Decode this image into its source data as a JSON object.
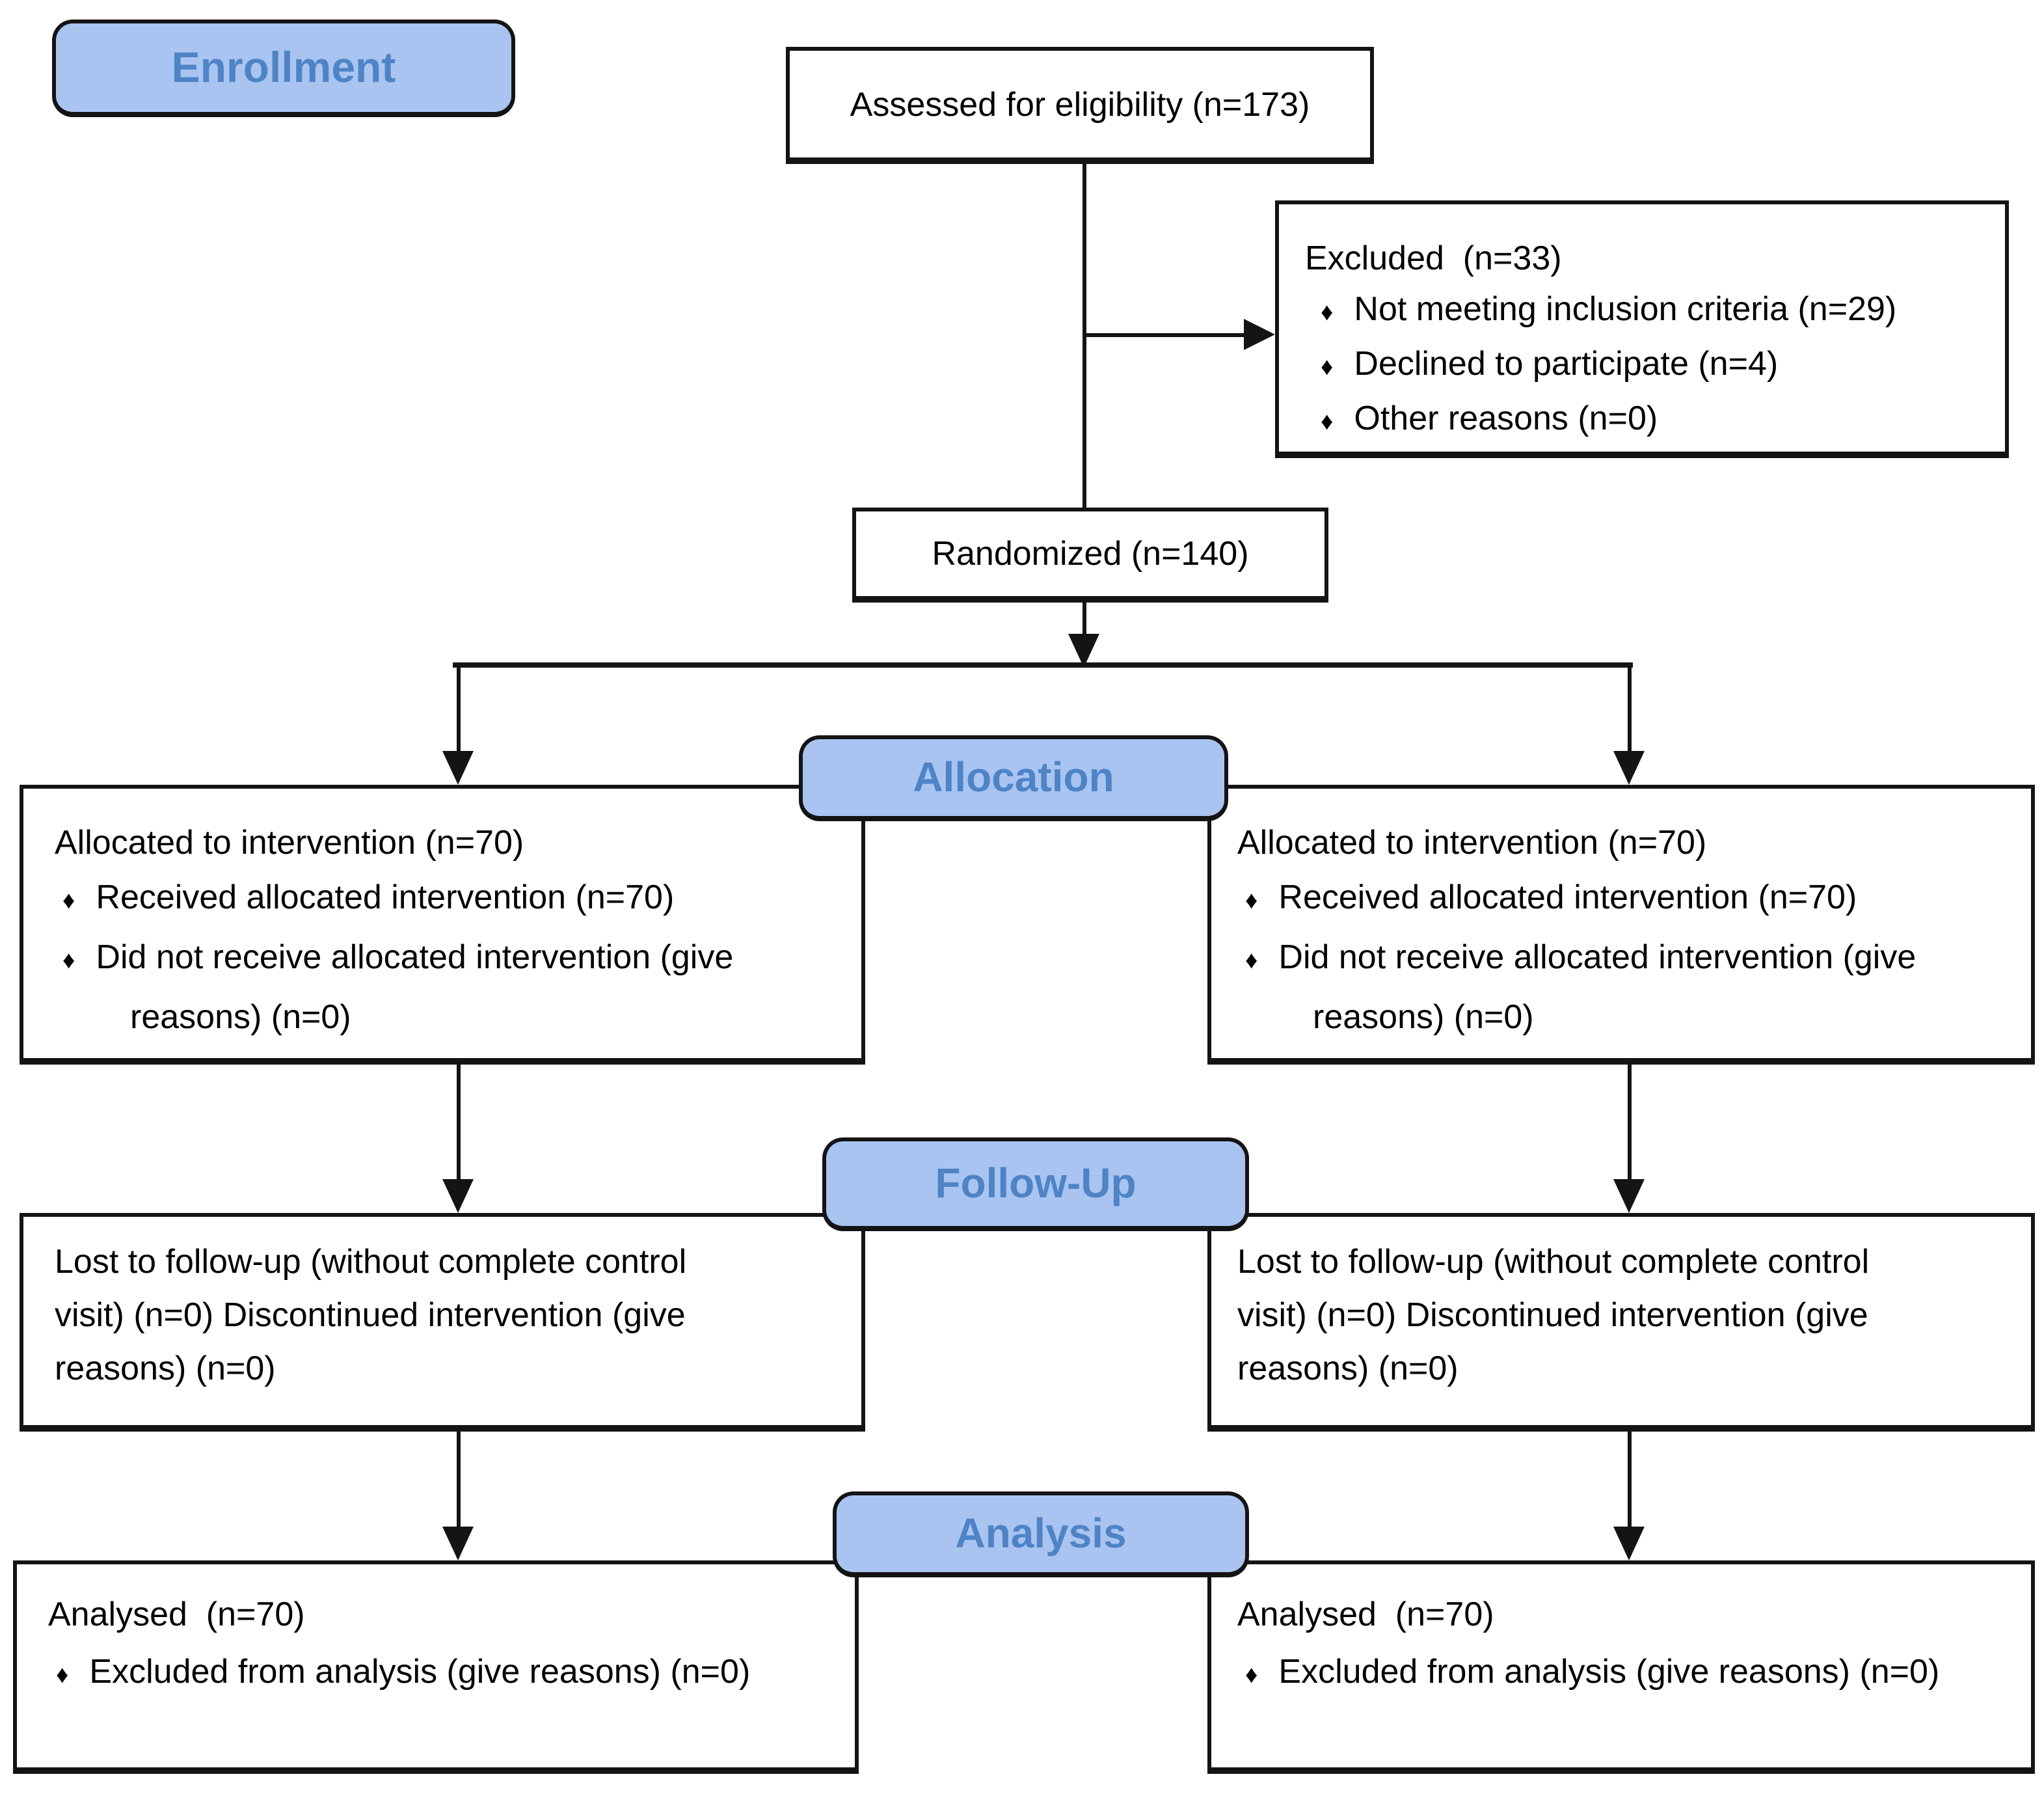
{
  "sections": {
    "enrollment": "Enrollment",
    "allocation": "Allocation",
    "followup": "Follow-Up",
    "analysis": "Analysis"
  },
  "bullet_glyph": "♦",
  "colors": {
    "label_fill": "#a9c4f0",
    "label_text": "#4e84c6",
    "line": "#141414"
  },
  "boxes": {
    "assessed": {
      "text": "Assessed for eligibility (n=173)"
    },
    "excluded": {
      "title": "Excluded  (n=33)",
      "items": [
        "Not meeting inclusion criteria (n=29)",
        "Declined to participate (n=4)",
        "Other reasons (n=0)"
      ]
    },
    "randomized": {
      "text": "Randomized (n=140)"
    },
    "allocation_left": {
      "title": "Allocated to intervention (n=70)",
      "items": [
        "Received allocated intervention (n=70)",
        "Did not receive allocated intervention (give"
      ],
      "continuation": "reasons) (n=0)"
    },
    "allocation_right": {
      "title": "Allocated to intervention (n=70)",
      "items": [
        "Received allocated intervention (n=70)",
        "Did not receive allocated intervention (give"
      ],
      "continuation": "reasons) (n=0)"
    },
    "followup_left": {
      "lines": [
        "Lost to follow-up (without complete control",
        "visit) (n=0) Discontinued intervention (give",
        "reasons) (n=0)"
      ]
    },
    "followup_right": {
      "lines": [
        "Lost to follow-up (without complete control",
        "visit) (n=0) Discontinued intervention (give",
        "reasons) (n=0)"
      ]
    },
    "analysis_left": {
      "title": "Analysed  (n=70)",
      "items": [
        "Excluded from analysis (give reasons) (n=0)"
      ]
    },
    "analysis_right": {
      "title": "Analysed  (n=70)",
      "items": [
        "Excluded from analysis (give reasons) (n=0)"
      ]
    }
  }
}
